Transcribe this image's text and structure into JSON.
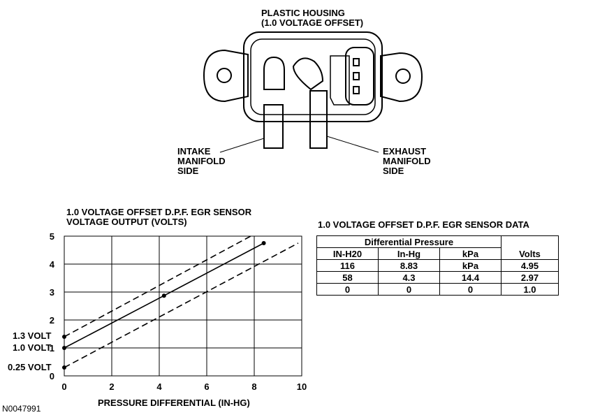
{
  "housing_label": "PLASTIC HOUSING\n(1.0 VOLTAGE OFFSET)",
  "intake_label": "INTAKE\nMANIFOLD\nSIDE",
  "exhaust_label": "EXHAUST\nMANIFOLD\nSIDE",
  "figure_id": "N0047991",
  "table": {
    "title": "1.0 VOLTAGE OFFSET D.P.F. EGR SENSOR DATA",
    "group_header": "Differential Pressure",
    "headers": [
      "IN-H20",
      "In-Hg",
      "kPa",
      "Volts"
    ],
    "rows": [
      [
        "116",
        "8.83",
        "kPa",
        "4.95"
      ],
      [
        "58",
        "4.3",
        "14.4",
        "2.97"
      ],
      [
        "0",
        "0",
        "0",
        "1.0"
      ]
    ]
  },
  "chart_data": {
    "type": "line",
    "title": "1.0 VOLTAGE OFFSET D.P.F. EGR SENSOR\nVOLTAGE OUTPUT (VOLTS)",
    "xlabel": "PRESSURE DIFFERENTIAL (IN-HG)",
    "ylabel": "",
    "xlim": [
      0,
      10
    ],
    "ylim": [
      0,
      5
    ],
    "x_ticks": [
      "0",
      "2",
      "4",
      "6",
      "8",
      "10"
    ],
    "y_ticks": [
      "0",
      "1",
      "2",
      "3",
      "4",
      "5"
    ],
    "grid": true,
    "annotations": [
      "1.3 VOLT",
      "1.0 VOLT",
      "0.25 VOLT"
    ],
    "series": [
      {
        "style": "solid",
        "x": [
          0,
          4.2,
          8.4
        ],
        "y": [
          1.0,
          2.87,
          4.75
        ],
        "markers": true
      },
      {
        "style": "dashed",
        "x": [
          0,
          7.85
        ],
        "y": [
          1.4,
          5.0
        ],
        "markers": "start"
      },
      {
        "style": "dashed",
        "x": [
          0,
          9.85
        ],
        "y": [
          0.3,
          4.75
        ],
        "markers": "start"
      }
    ]
  }
}
